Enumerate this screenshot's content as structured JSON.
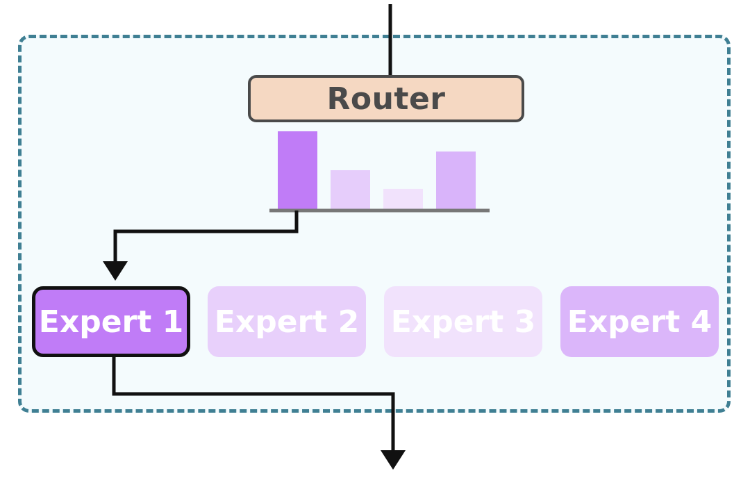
{
  "router": {
    "label": "Router",
    "fill": "#f5d8c2",
    "border": "#4a4a4a",
    "text_color": "#4a4a4a"
  },
  "container": {
    "border_color": "#3f7f93",
    "background": "#f4fbfd",
    "border_style": "dashed"
  },
  "router_scores": {
    "type": "bar",
    "values": [
      1.0,
      0.5,
      0.26,
      0.74
    ],
    "colors": [
      "#c07cf7",
      "#e6cdfb",
      "#f1e2fc",
      "#d9b4fa"
    ],
    "baseline_color": "#777777"
  },
  "experts": [
    {
      "label": "Expert 1",
      "fill": "#c07cf7",
      "selected": true
    },
    {
      "label": "Expert 2",
      "fill": "#e8d0fb",
      "selected": false
    },
    {
      "label": "Expert 3",
      "fill": "#f1e2fc",
      "selected": false
    },
    {
      "label": "Expert 4",
      "fill": "#dbb6fa",
      "selected": false
    }
  ],
  "arrow_color": "#111111"
}
